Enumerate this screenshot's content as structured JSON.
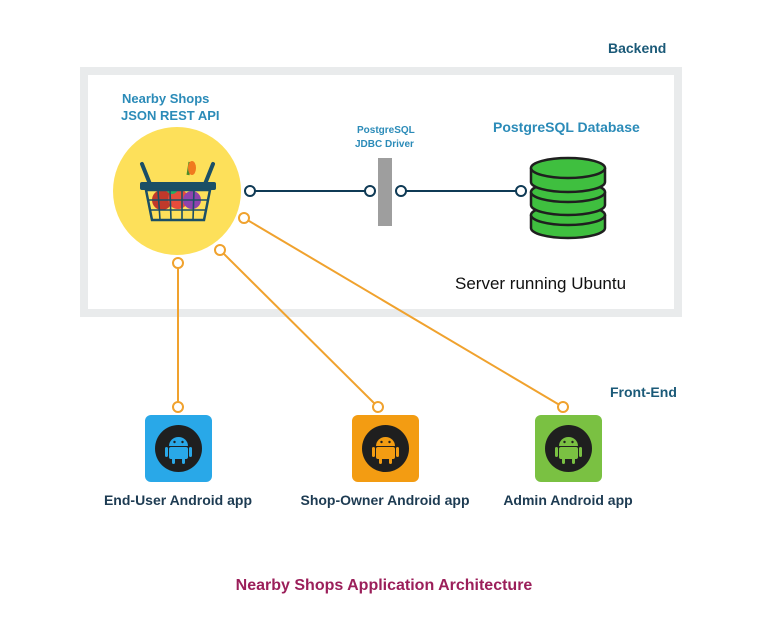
{
  "labels": {
    "backend": "Backend",
    "frontend": "Front-End",
    "api_line1": "Nearby Shops",
    "api_line2": "JSON REST API",
    "driver_line1": "PostgreSQL",
    "driver_line2": "JDBC Driver",
    "database": "PostgreSQL Database",
    "server": "Server running Ubuntu",
    "caption": "Nearby Shops Application Architecture"
  },
  "apps": [
    {
      "label": "End-User Android app",
      "color": "#29a8e8"
    },
    {
      "label": "Shop-Owner Android app",
      "color": "#f39c12"
    },
    {
      "label": "Admin Android app",
      "color": "#7ac142"
    }
  ],
  "colors": {
    "server_border": "#e9ebec",
    "api_circle": "#fde05a",
    "backend_link": "#0f3a55",
    "frontend_link": "#f0a22e",
    "database_green": "#3fbf3f",
    "driver_bar": "#9e9e9e",
    "caption": "#9b1f5a",
    "heading_blue": "#2b8bb8",
    "section_text": "#1b5a78"
  },
  "icons": {
    "api": "shopping-basket-icon",
    "database": "database-cylinder-icon",
    "driver": "driver-bar-icon",
    "app": "android-robot-icon"
  }
}
